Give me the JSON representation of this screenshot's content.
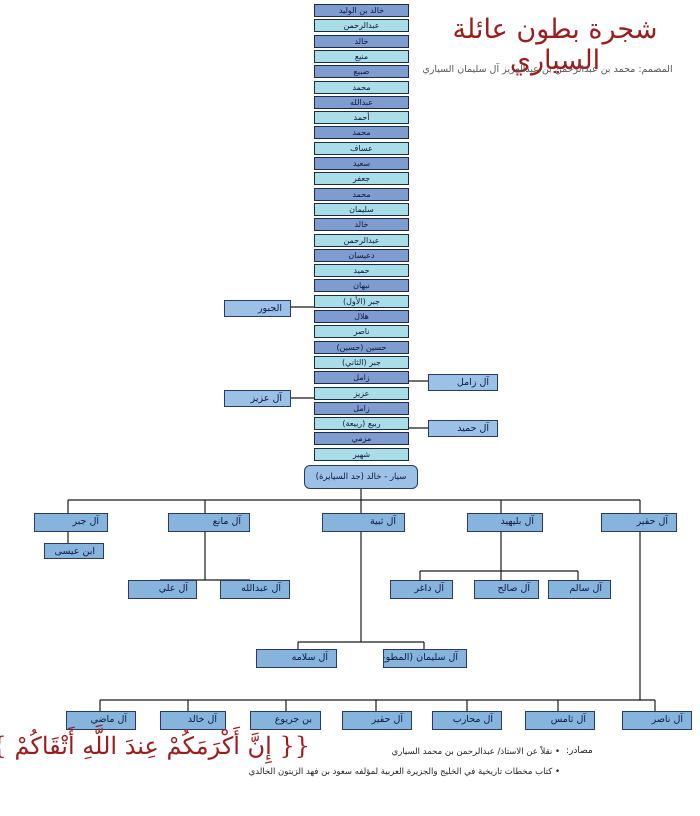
{
  "header": {
    "title": "شجرة بطون عائلة السياري",
    "subtitle": "المصمم: محمد بن عبدالرحمن بن عبدالعزيز آل سليمان السياري"
  },
  "ancestors": [
    "خالد بن الوليد",
    "عبدالرحمن",
    "خالد",
    "منيع",
    "ضبيع",
    "محمد",
    "عبدالله",
    "أحمد",
    "محمد",
    "عساف",
    "سعيد",
    "جعفر",
    "محمد",
    "سليمان",
    "خالد",
    "عبدالرحمن",
    "دعيسان",
    "حميد",
    "نبهان",
    "جبر (الأول)",
    "هلال",
    "ناصر",
    "حسين (حسين)",
    "جبر (الثاني)",
    "زامل",
    "عزيز",
    "زامل",
    "ربيع (ربيعة)",
    "مزمي",
    "شهير"
  ],
  "side_branches": {
    "jubour": "الجبور",
    "al_zamil": "آل زامل",
    "al_aziz": "آل عزيز",
    "al_humaid": "آل حميد"
  },
  "root": "سيار - خالد (جد السيايرة)",
  "clans": {
    "al_jabr": "آل جبر",
    "ibn_issa": "ابن عيسى",
    "al_mane": "آل مانع",
    "al_ali": "آل علي",
    "al_abdullah": "آل عبدالله",
    "al_thabit": "آل ثبية",
    "al_salama": "آل سلامه",
    "al_sulaiman": "آل سليمان (المطوع)",
    "al_bulaihid": "آل بليهيد",
    "al_dagher": "آل داغر",
    "al_saleh": "آل صالح",
    "al_salem": "آل سالم",
    "al_hugair": "آل حقير"
  },
  "bottom_row": [
    "آل ماضي",
    "آل خالد",
    "بن جريوع",
    "آل حقير",
    "آل محارب",
    "آل ثامس",
    "آل ناصر"
  ],
  "footer": {
    "quote": "{{ إِنَّ أَكْرَمَكُمْ عِندَ اللَّهِ أَتْقَاكُمْ }}",
    "sources_label": "مصادر:",
    "source_1": "• نقلاً عن الاستاذ/ عبدالرحمن بن محمد السياري",
    "source_2": "• كتاب مخطات تاريخية في الخليج والجزيرة العربية لمؤلفه سعود بن فهد الزيتون الخالدي"
  }
}
